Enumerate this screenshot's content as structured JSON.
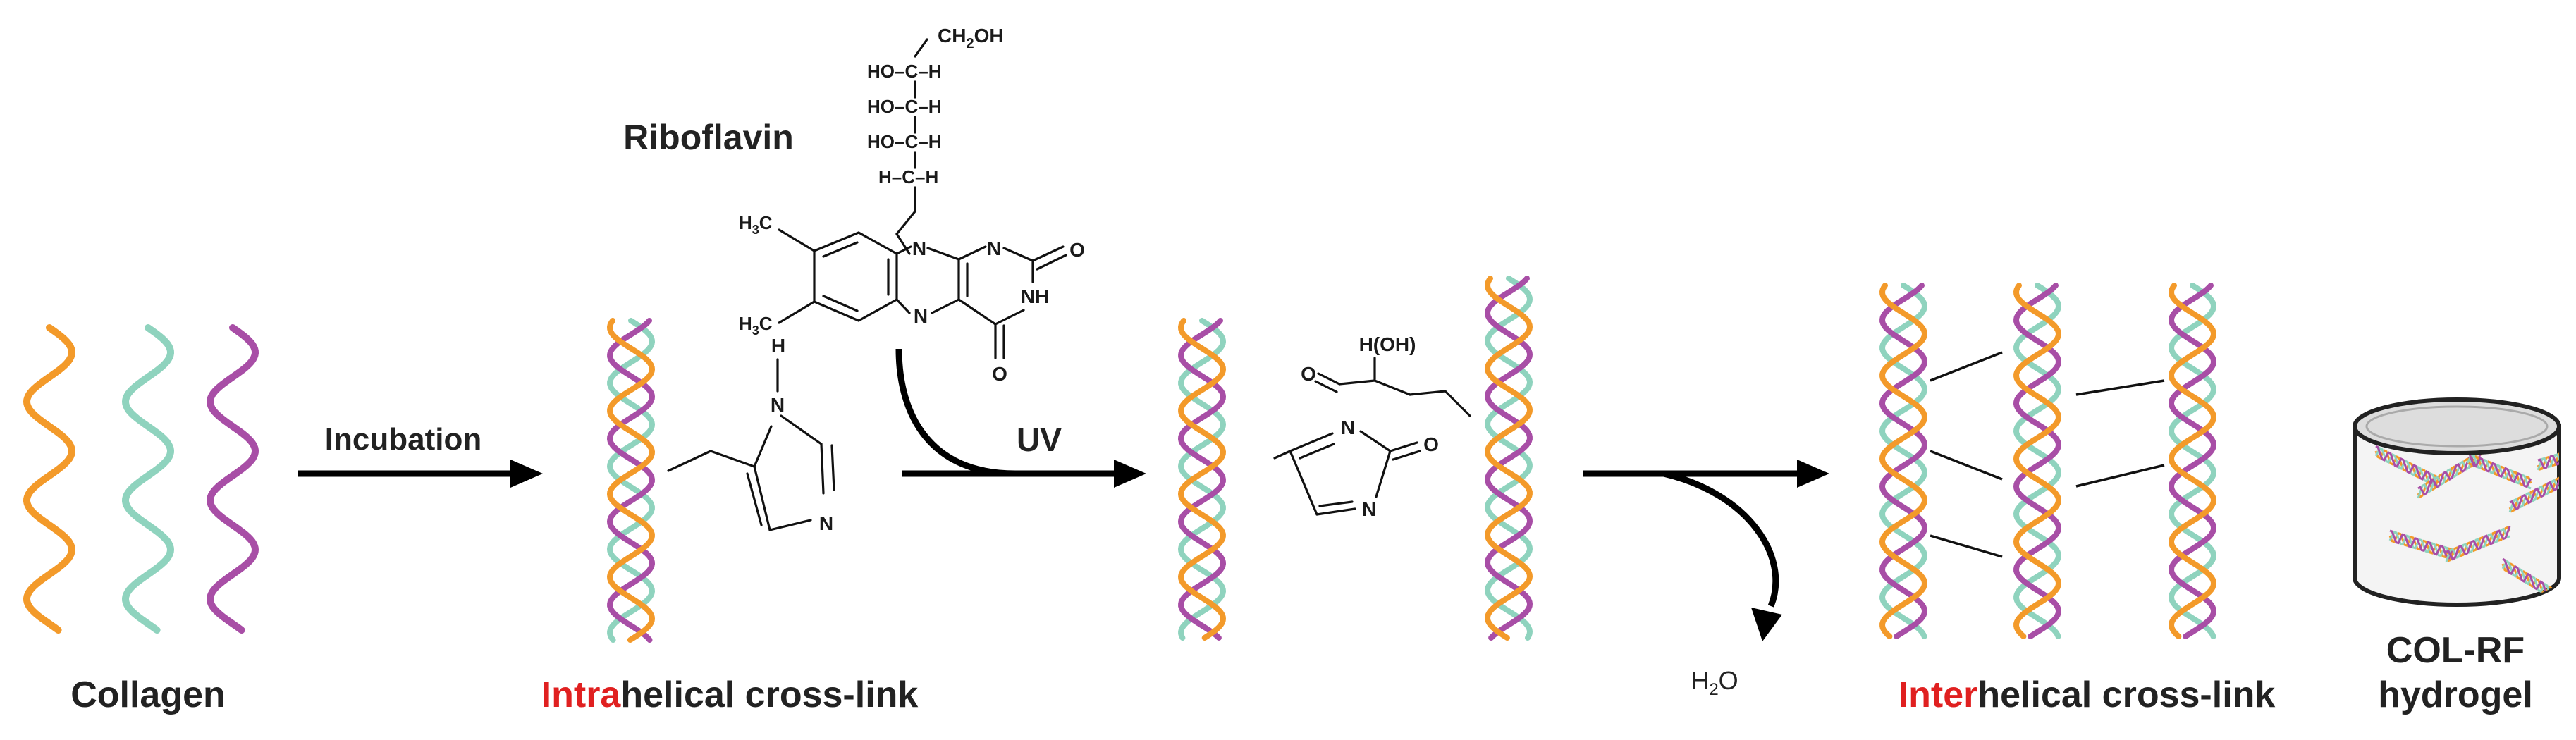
{
  "colors": {
    "orange": "#f39a2a",
    "teal": "#8fd3be",
    "purple": "#a84ea6",
    "red_prefix": "#e02020",
    "text": "#222222"
  },
  "labels": {
    "collagen": "Collagen",
    "incubation": "Incubation",
    "riboflavin": "Riboflavin",
    "uv": "UV",
    "intra_prefix": "Intra",
    "intra_rest": "helical cross-link",
    "water": "H",
    "water_sub": "2",
    "water_end": "O",
    "inter_prefix": "Inter",
    "inter_rest": "helical cross-link",
    "hydrogel_line1": "COL-RF",
    "hydrogel_line2": "hydrogel"
  },
  "riboflavin_structure": {
    "sidechain_top": "CH",
    "sidechain_top_sub": "2",
    "sidechain_top_end": "OH",
    "row1": "HO–C–H",
    "row2": "HO–C–H",
    "row3": "HO–C–H",
    "row4": "H–C–H",
    "methyl": "H",
    "methyl_sub": "3",
    "methyl_c": "C",
    "n": "N",
    "nh": "NH",
    "o": "O"
  },
  "imidazole": {
    "h": "H",
    "n1": "N",
    "n2": "N"
  },
  "oxidized": {
    "hoh": "H(OH)",
    "o_ald": "O",
    "n1": "N",
    "n2": "N",
    "o": "O"
  }
}
